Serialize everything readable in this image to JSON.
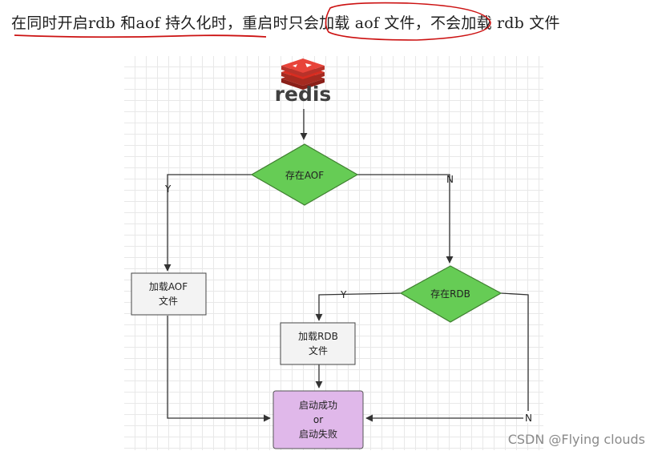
{
  "headline": {
    "part1": "在同时开启rdb 和aof 持久化时，重启时",
    "part2": "只会加载 aof 文件，",
    "part3": "不会加载 rdb 文件"
  },
  "diagram": {
    "logo_text": "redis",
    "decision_aof": "存在AOF",
    "decision_rdb": "存在RDB",
    "box_load_aof": [
      "加载AOF",
      "文件"
    ],
    "box_load_rdb": [
      "加载RDB",
      "文件"
    ],
    "box_result": [
      "启动成功",
      "or",
      "启动失败"
    ],
    "edge_y_1": "Y",
    "edge_n_1": "N",
    "edge_y_2": "Y",
    "edge_n_2": "N"
  },
  "colors": {
    "decision_fill": "#66cc55",
    "result_fill": "#e0b8ea",
    "box_fill": "#f3f3f3",
    "annotation_red": "#cc1111",
    "redis_red": "#d82c20"
  },
  "watermark": "CSDN @Flying  clouds"
}
